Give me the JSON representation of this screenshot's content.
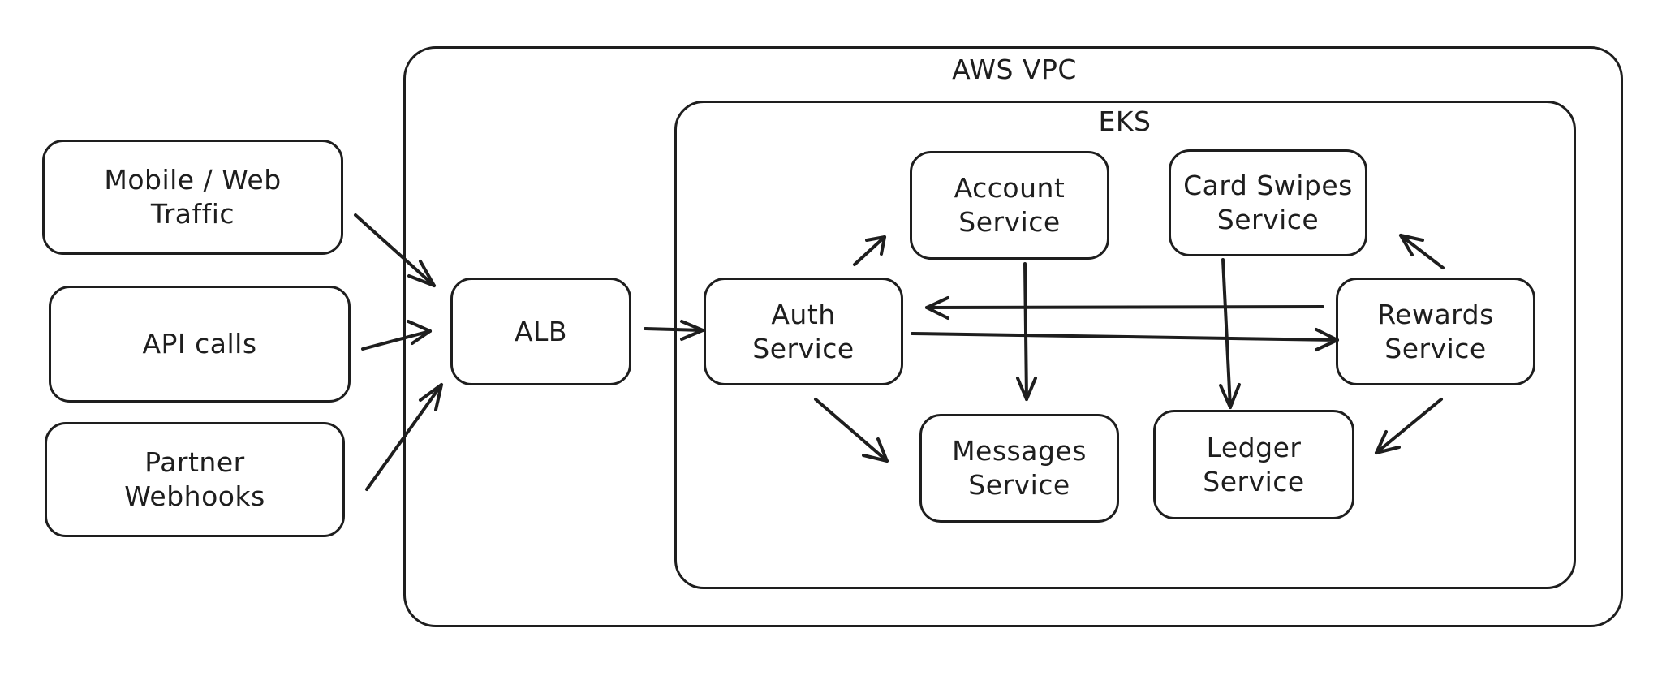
{
  "vpc": {
    "title": "AWS VPC"
  },
  "eks": {
    "title": "EKS"
  },
  "sources": {
    "mobile_web": "Mobile / Web\nTraffic",
    "api_calls": "API calls",
    "partner": "Partner\nWebhooks"
  },
  "alb": "ALB",
  "services": {
    "auth": "Auth\nService",
    "account": "Account\nService",
    "card_swipes": "Card Swipes\nService",
    "rewards": "Rewards\nService",
    "messages": "Messages\nService",
    "ledger": "Ledger\nService"
  },
  "colors": {
    "stroke": "#1e1e1e",
    "background": "#ffffff"
  }
}
